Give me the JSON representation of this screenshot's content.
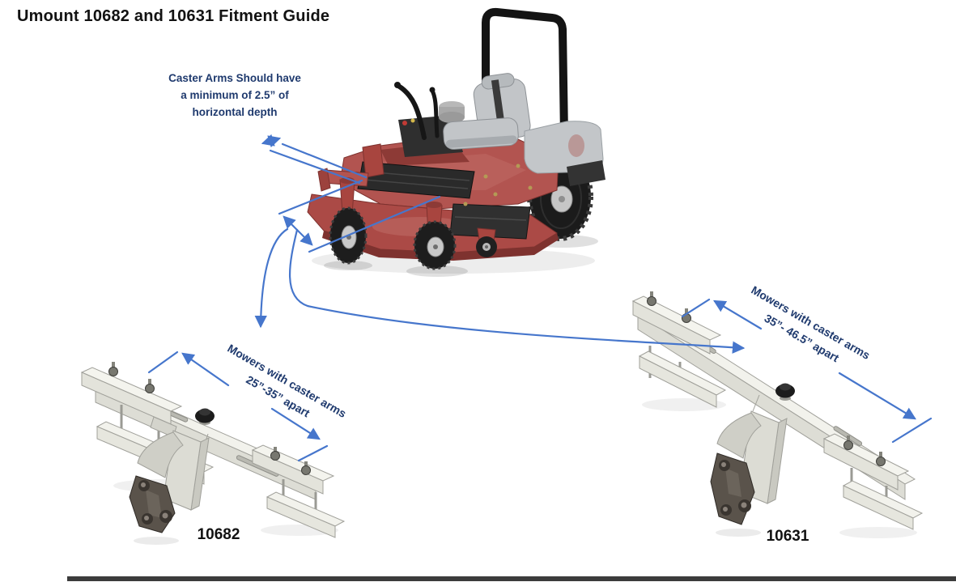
{
  "title": "Umount 10682 and 10631 Fitment Guide",
  "annotations": {
    "caster_note": {
      "line1": "Caster Arms Should have",
      "line2": "a minimum of 2.5” of",
      "line3": "horizontal depth"
    },
    "left_dimension": {
      "line1": "Mowers with caster arms",
      "line2": "25”-35” apart"
    },
    "right_dimension": {
      "line1": "Mowers with caster arms",
      "line2": "35”- 46.5” apart"
    }
  },
  "products": {
    "left": {
      "label": "10682"
    },
    "right": {
      "label": "10631"
    }
  },
  "colors": {
    "annotation_text": "#1F3A6E",
    "arrow_blue": "#4676CC",
    "mower_red": "#B25450",
    "bracket_metal": "#E6E6DE",
    "bottom_bar": "#3B3B3B"
  }
}
